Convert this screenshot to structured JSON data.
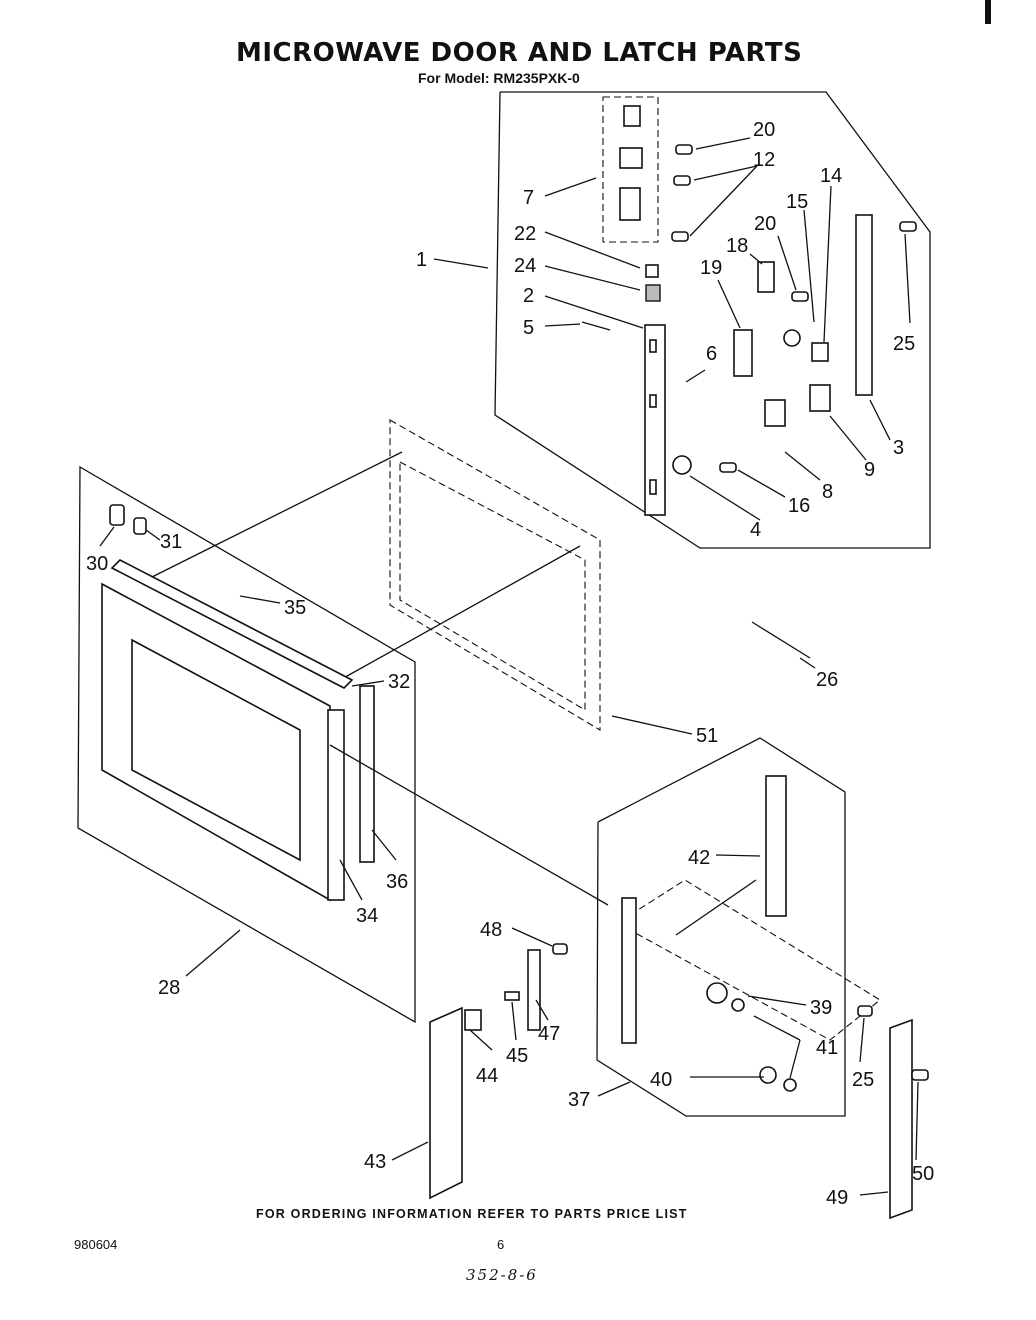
{
  "title": "MICROWAVE DOOR AND LATCH PARTS",
  "subtitle": "For Model: RM235PXK-0",
  "footer_note": "FOR ORDERING INFORMATION REFER TO PARTS PRICE LIST",
  "doc_id": "980604",
  "page_number": "6",
  "handwritten_note": "352-8-6",
  "callouts": [
    "1",
    "2",
    "3",
    "4",
    "5",
    "6",
    "7",
    "8",
    "9",
    "12",
    "14",
    "15",
    "16",
    "18",
    "19",
    "20",
    "20",
    "22",
    "24",
    "25",
    "25",
    "26",
    "28",
    "30",
    "31",
    "32",
    "34",
    "35",
    "36",
    "37",
    "39",
    "40",
    "41",
    "42",
    "43",
    "44",
    "45",
    "47",
    "48",
    "49",
    "50",
    "51"
  ]
}
